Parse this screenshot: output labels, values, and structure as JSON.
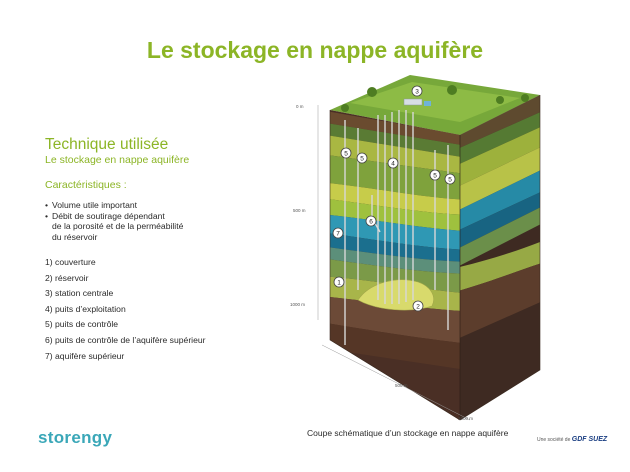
{
  "title": "Le stockage en nappe aquifère",
  "technique": {
    "heading": "Technique utilisée",
    "subtitle": "Le stockage en nappe aquifère"
  },
  "caracteristiques": {
    "heading": "Caractéristiques :",
    "bullets": [
      [
        "Volume utile important"
      ],
      [
        "Débit de soutirage dépendant",
        "de la porosité et de la perméabilité",
        "du réservoir"
      ]
    ]
  },
  "legend": [
    "1) couverture",
    "2) réservoir",
    "3) station centrale",
    "4) puits d’exploitation",
    "5) puits de contrôle",
    "6) puits de contrôle de l’aquifère supérieur",
    "7) aquifère supérieur"
  ],
  "diagram": {
    "markers": [
      "1",
      "2",
      "3",
      "4",
      "5",
      "5",
      "5",
      "5",
      "6",
      "7"
    ],
    "depth_scale": [
      "0 m",
      "500 m",
      "1000 m"
    ],
    "horizontal_scale": [
      "500 m",
      "1000 m"
    ],
    "caption": "Coupe schématique d’un stockage en nappe aquifère"
  },
  "footer": {
    "logo": "storengy",
    "brand_prefix": "Une société de",
    "brand_name": "GDF SUEZ"
  },
  "colors": {
    "title_green": "#8cb526",
    "logo_teal": "#3aa7b8"
  }
}
